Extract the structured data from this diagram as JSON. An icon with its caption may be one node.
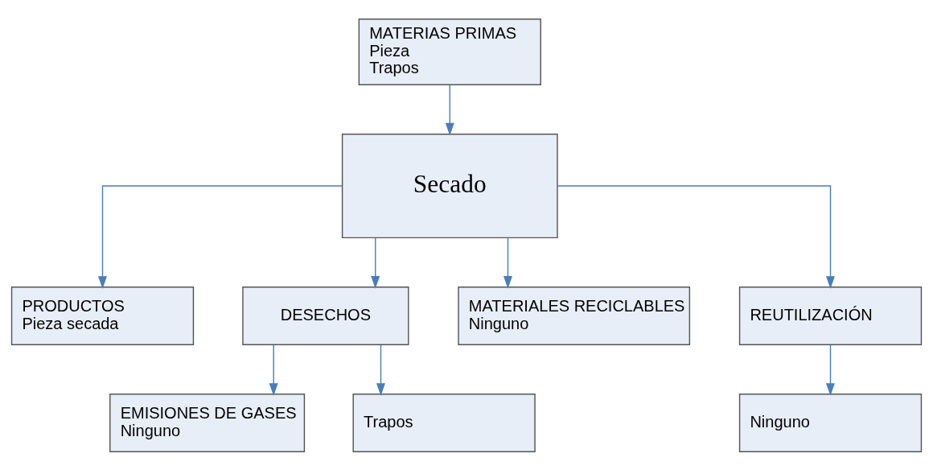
{
  "diagram": {
    "nodes": [
      {
        "text": [
          "MATERIAS PRIMAS",
          "Pieza",
          "Trapos"
        ]
      },
      {
        "text": [
          "Secado"
        ]
      },
      {
        "text": [
          "PRODUCTOS",
          "Pieza secada"
        ]
      },
      {
        "text": [
          "DESECHOS"
        ]
      },
      {
        "text": [
          "EMISIONES DE GASES",
          "Ninguno"
        ]
      },
      {
        "text": [
          "Trapos"
        ]
      },
      {
        "text": [
          "MATERIALES RECICLABLES",
          "Ninguno"
        ]
      },
      {
        "text": [
          "REUTILIZACIÓN"
        ]
      },
      {
        "text": [
          "Ninguno"
        ]
      }
    ],
    "edges": [
      {
        "from": 0,
        "to": 1,
        "arrow": "to"
      },
      {
        "from": 1,
        "to": 2,
        "arrow": "to"
      },
      {
        "from": 1,
        "to": 3,
        "arrow": "to"
      },
      {
        "from": 3,
        "to": 4,
        "arrow": "to"
      },
      {
        "from": 3,
        "to": 5,
        "arrow": "to"
      },
      {
        "from": 1,
        "to": 6,
        "arrow": "to"
      },
      {
        "from": 1,
        "to": 7,
        "arrow": "to"
      },
      {
        "from": 7,
        "to": 8,
        "arrow": "to"
      }
    ]
  }
}
